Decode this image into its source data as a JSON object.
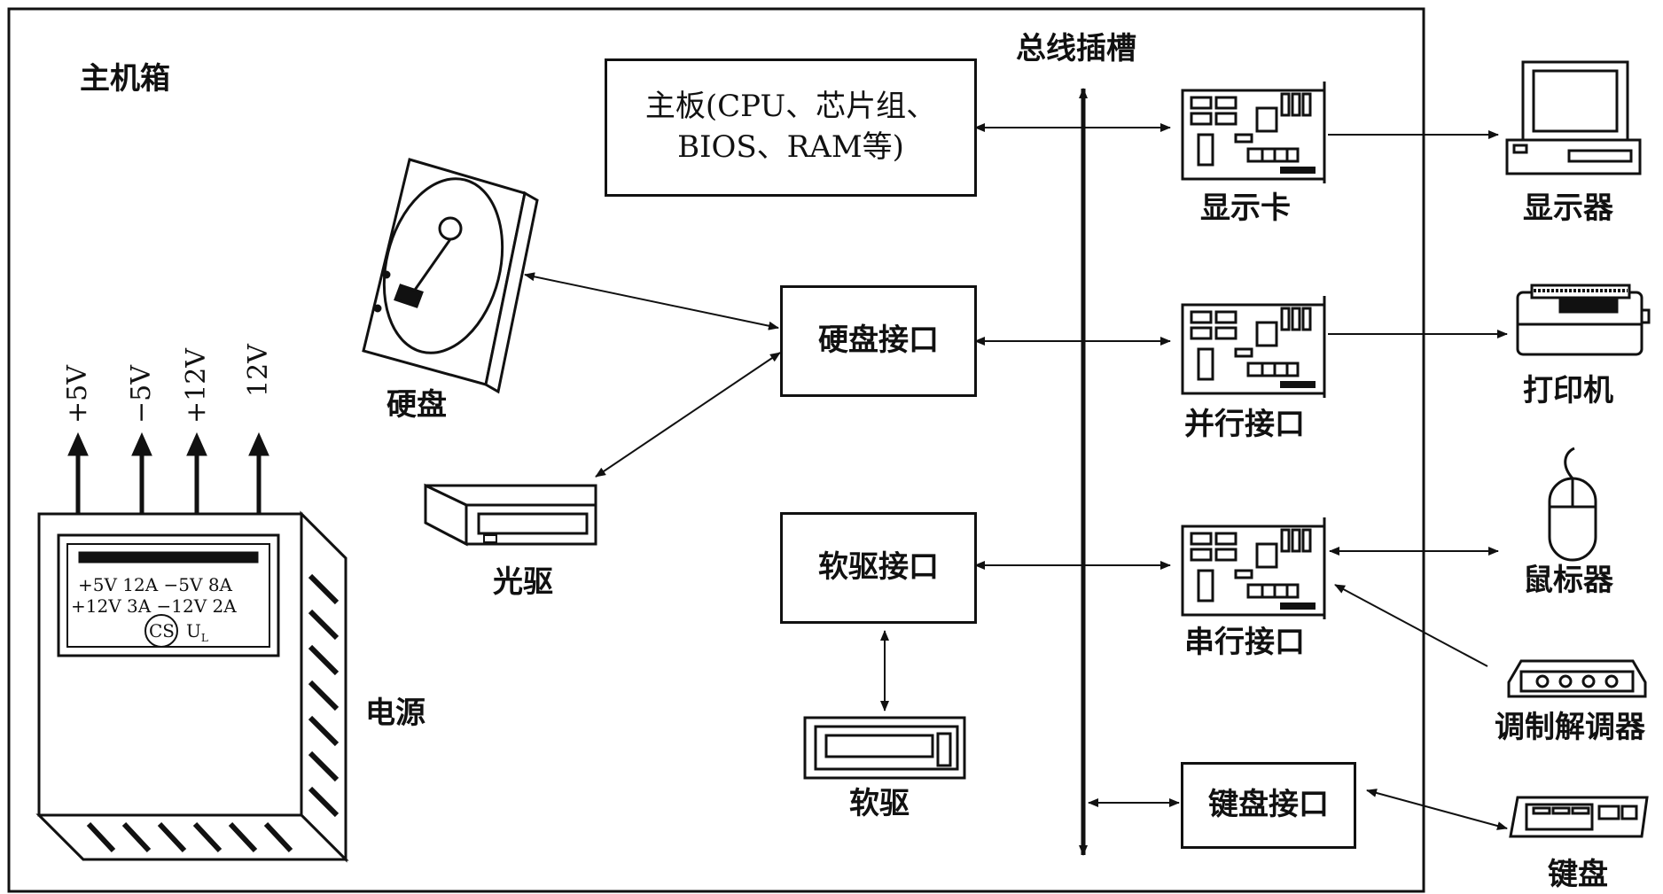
{
  "host_case_label": "主机箱",
  "bus_slot_label": "总线插槽",
  "motherboard": {
    "line1": "主板(CPU、芯片组、",
    "line2": "BIOS、RAM等)"
  },
  "hdd_interface": "硬盘接口",
  "fdd_interface": "软驱接口",
  "keyboard_interface": "键盘接口",
  "hard_disk": "硬盘",
  "cdrom": "光驱",
  "floppy": "软驱",
  "power_supply": "电源",
  "voltages": [
    "+5V",
    "−5V",
    "+12V",
    "12V"
  ],
  "psu_label": {
    "row1": "+5V 12A  −5V 8A",
    "row2": "+12V 3A  −12V 2A",
    "cert": "CS",
    "ul": "U",
    "ul_sub": "L"
  },
  "cards": {
    "display": "显示卡",
    "parallel": "并行接口",
    "serial": "串行接口"
  },
  "devices": {
    "monitor": "显示器",
    "printer": "打印机",
    "mouse": "鼠标器",
    "modem": "调制解调器",
    "keyboard": "键盘"
  },
  "colors": {
    "ink": "#111111",
    "background": "#ffffff"
  }
}
